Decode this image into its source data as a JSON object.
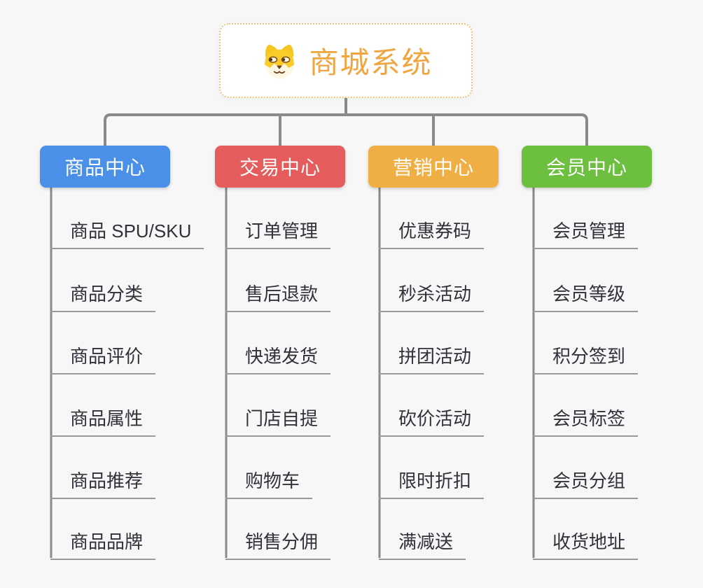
{
  "root": {
    "title": "商城系统",
    "icon": "dog-face-icon",
    "text_color": "#f0a640",
    "border_color": "#f2c179"
  },
  "branches": [
    {
      "label": "商品中心",
      "color": "#4a8fe8",
      "children": [
        "商品 SPU/SKU",
        "商品分类",
        "商品评价",
        "商品属性",
        "商品推荐",
        "商品品牌"
      ]
    },
    {
      "label": "交易中心",
      "color": "#e45c5c",
      "children": [
        "订单管理",
        "售后退款",
        "快递发货",
        "门店自提",
        "购物车",
        "销售分佣"
      ]
    },
    {
      "label": "营销中心",
      "color": "#efaf45",
      "children": [
        "优惠券码",
        "秒杀活动",
        "拼团活动",
        "砍价活动",
        "限时折扣",
        "满减送"
      ]
    },
    {
      "label": "会员中心",
      "color": "#6dbf40",
      "children": [
        "会员管理",
        "会员等级",
        "积分签到",
        "会员标签",
        "会员分组",
        "收货地址"
      ]
    }
  ],
  "colors": {
    "background": "#f7f7f7",
    "connector": "#8a8a8a",
    "leaf_underline": "#999999",
    "leaf_text": "#30323a"
  }
}
